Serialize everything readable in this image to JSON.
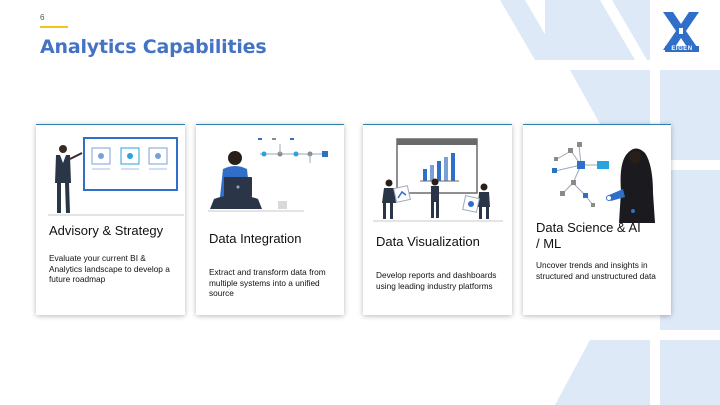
{
  "slide": {
    "page_number": "6",
    "title": "Analytics Capabilities",
    "logo_text": "EIGEN",
    "colors": {
      "title": "#4472c4",
      "accent_line": "#f5c518",
      "card_border": "#2e7fb0",
      "deco": "#dde9f7",
      "logo": "#2f6ec9"
    }
  },
  "cards": [
    {
      "title": "Advisory & Strategy",
      "description": "Evaluate your current BI & Analytics landscape to develop a future roadmap",
      "illustration": "presentation-board-illustration"
    },
    {
      "title": "Data Integration",
      "description": "Extract and transform data from multiple systems into a unified source",
      "illustration": "laptop-network-illustration"
    },
    {
      "title": "Data Visualization",
      "description": "Develop reports and dashboards using leading industry platforms",
      "illustration": "dashboard-team-illustration"
    },
    {
      "title": "Data Science & AI / ML",
      "description": "Uncover trends and insights in structured and unstructured data",
      "illustration": "data-tree-illustration"
    }
  ]
}
